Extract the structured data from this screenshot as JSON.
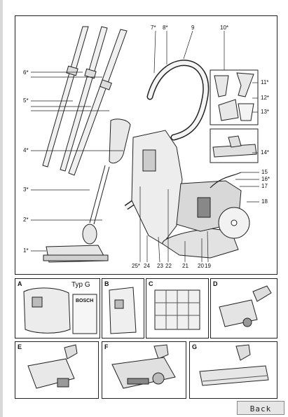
{
  "main_callouts": {
    "top": [
      "7*",
      "8*",
      "9",
      "10*"
    ],
    "left": [
      "6*",
      "5*",
      "4*",
      "3*",
      "2*",
      "1*"
    ],
    "right": [
      "11*",
      "12*",
      "13*",
      "14*",
      "15",
      "16*",
      "17",
      "18"
    ],
    "bottom": [
      "25*",
      "24",
      "23",
      "22",
      "21",
      "20",
      "19"
    ]
  },
  "panels": {
    "A": {
      "label": "A",
      "bag_brand": "BOSCH",
      "type_text": "Typ G"
    },
    "B": {
      "label": "B"
    },
    "C": {
      "label": "C"
    },
    "D": {
      "label": "D"
    },
    "E": {
      "label": "E"
    },
    "F": {
      "label": "F"
    },
    "G": {
      "label": "G"
    }
  },
  "nav": {
    "back_label": "Back"
  }
}
